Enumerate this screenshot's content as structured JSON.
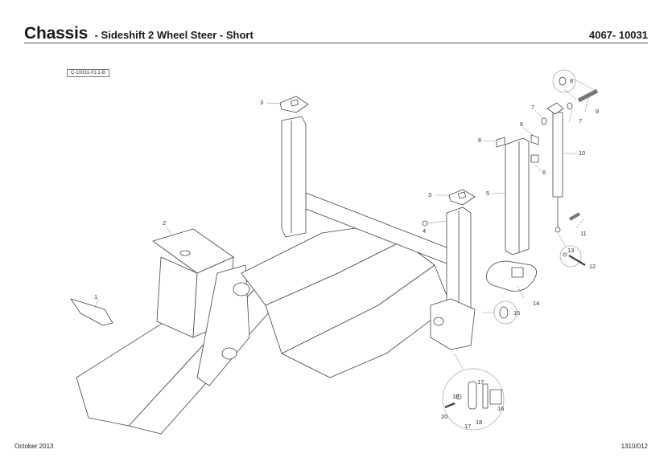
{
  "header": {
    "title": "Chassis",
    "subtitle": "- Sideshift 2 Wheel Steer - Short",
    "document_number": "4067- 10031"
  },
  "figure": {
    "reference": "C-10031-01.1-B",
    "callouts": [
      "1",
      "2",
      "3",
      "3",
      "4",
      "5",
      "6",
      "6",
      "6",
      "7",
      "7",
      "8",
      "9",
      "10",
      "11",
      "12",
      "13",
      "14",
      "15",
      "16",
      "17",
      "17",
      "18",
      "19",
      "20"
    ]
  },
  "footer": {
    "date": "October 2013",
    "page_code": "1310/012"
  }
}
